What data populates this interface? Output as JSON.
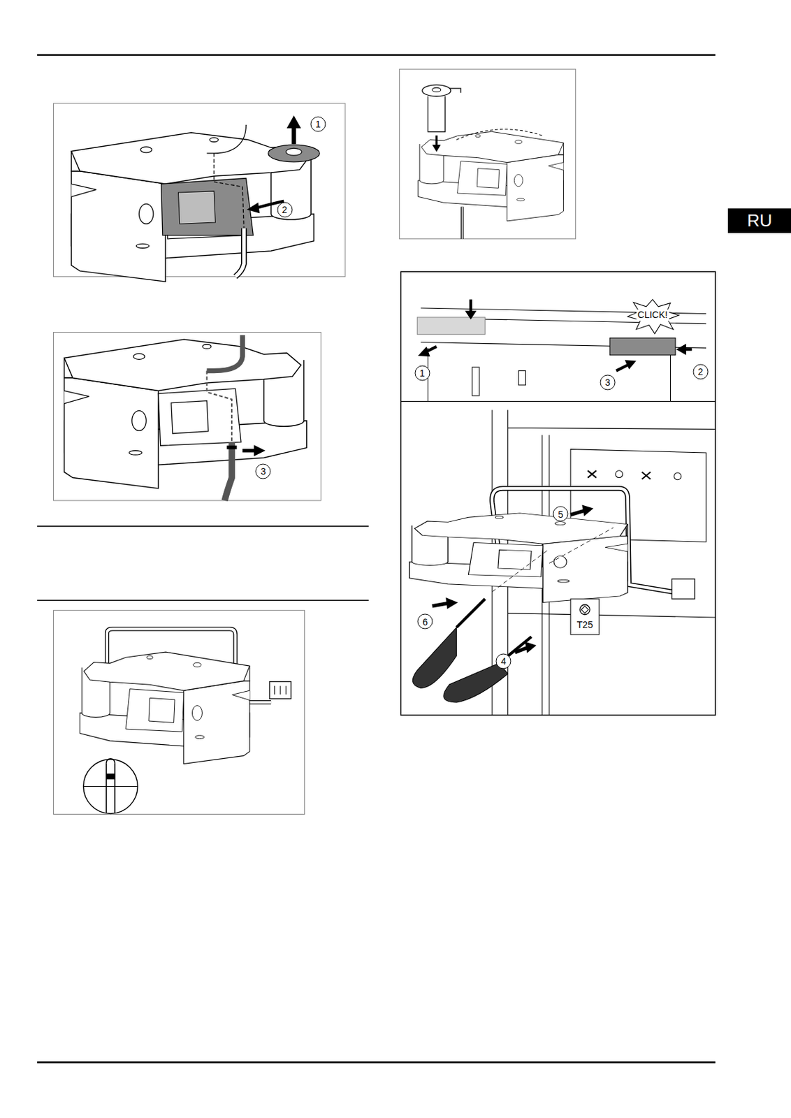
{
  "diagram": {
    "nodes": [
      {
        "text": [
          "RU"
        ]
      }
    ],
    "labels": [
      "1",
      "2",
      "3",
      "1",
      "2",
      "3",
      "CLICK!",
      "5",
      "6",
      "4",
      "T25"
    ]
  }
}
